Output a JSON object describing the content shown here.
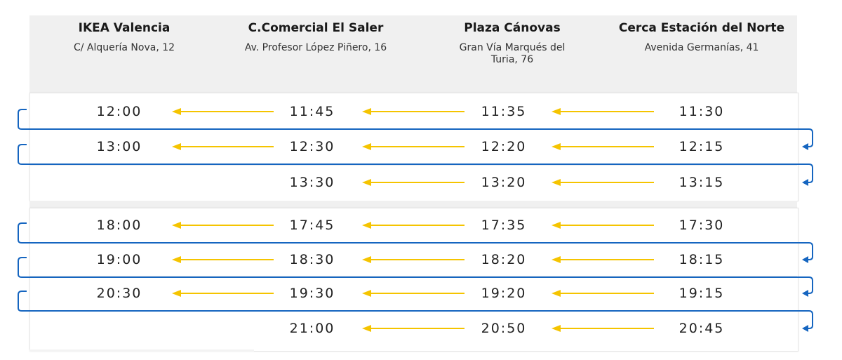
{
  "stops": [
    {
      "name": "IKEA Valencia",
      "address": "C/ Alquería Nova, 12"
    },
    {
      "name": "C.Comercial El Saler",
      "address": "Av. Profesor López Piñero, 16"
    },
    {
      "name": "Plaza Cánovas",
      "address": "Gran Vía Marqués del Turia, 76"
    },
    {
      "name": "Cerca Estación del Norte",
      "address": "Avenida Germanías, 41"
    }
  ],
  "morning": [
    [
      "12:00",
      "11:45",
      "11:35",
      "11:30"
    ],
    [
      "13:00",
      "12:30",
      "12:20",
      "12:15"
    ],
    [
      "",
      "13:30",
      "13:20",
      "13:15"
    ]
  ],
  "evening": [
    [
      "18:00",
      "17:45",
      "17:35",
      "17:30"
    ],
    [
      "19:00",
      "18:30",
      "18:20",
      "18:15"
    ],
    [
      "20:30",
      "19:30",
      "19:20",
      "19:15"
    ],
    [
      "",
      "21:00",
      "20:50",
      "20:45"
    ]
  ],
  "colors": {
    "arrow": "#f5c400",
    "connector": "#1565c0",
    "header_bg": "#f0f0f0"
  },
  "icons": {
    "arrow": "arrow-left-icon",
    "connector": "return-connector-icon"
  }
}
